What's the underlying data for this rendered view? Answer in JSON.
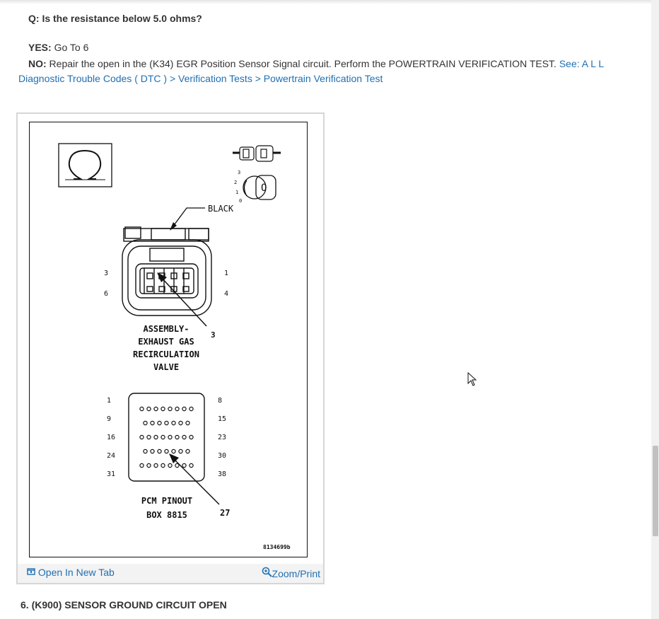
{
  "question": "Q: Is the resistance below 5.0 ohms?",
  "yes": {
    "label": "YES:",
    "text": " Go To 6"
  },
  "no": {
    "label": "NO:",
    "text": " Repair the open in the (K34) EGR Position Sensor Signal circuit. Perform the POWERTRAIN VERIFICATION TEST. ",
    "link": "See: A L L Diagnostic Trouble Codes ( DTC ) > Verification Tests > Powertrain Verification Test"
  },
  "diagram": {
    "egr_label_black": "BLACK",
    "egr_pins": {
      "tl": "3",
      "bl": "6",
      "tr": "1",
      "br": "4"
    },
    "egr_pointer": "3",
    "egr_caption": [
      "ASSEMBLY-",
      "EXHAUST GAS",
      "RECIRCULATION",
      "VALVE"
    ],
    "pcm_left": [
      "1",
      "9",
      "16",
      "24",
      "31"
    ],
    "pcm_right": [
      "8",
      "15",
      "23",
      "30",
      "38"
    ],
    "pcm_pointer": "27",
    "pcm_caption": [
      "PCM PINOUT",
      "BOX 8815"
    ],
    "meter_scale": [
      "3",
      "2",
      "1",
      "0"
    ],
    "figure_id": "8134699b"
  },
  "figure_toolbar": {
    "open_label": "Open In New Tab",
    "zoom_label": "Zoom/Print"
  },
  "next_step": "6. (K900) SENSOR GROUND CIRCUIT OPEN",
  "colors": {
    "link": "#1f6fb3",
    "text": "#333333"
  },
  "icons": [
    "open-new-tab-icon",
    "zoom-icon",
    "ohm-icon",
    "cursor-icon"
  ]
}
